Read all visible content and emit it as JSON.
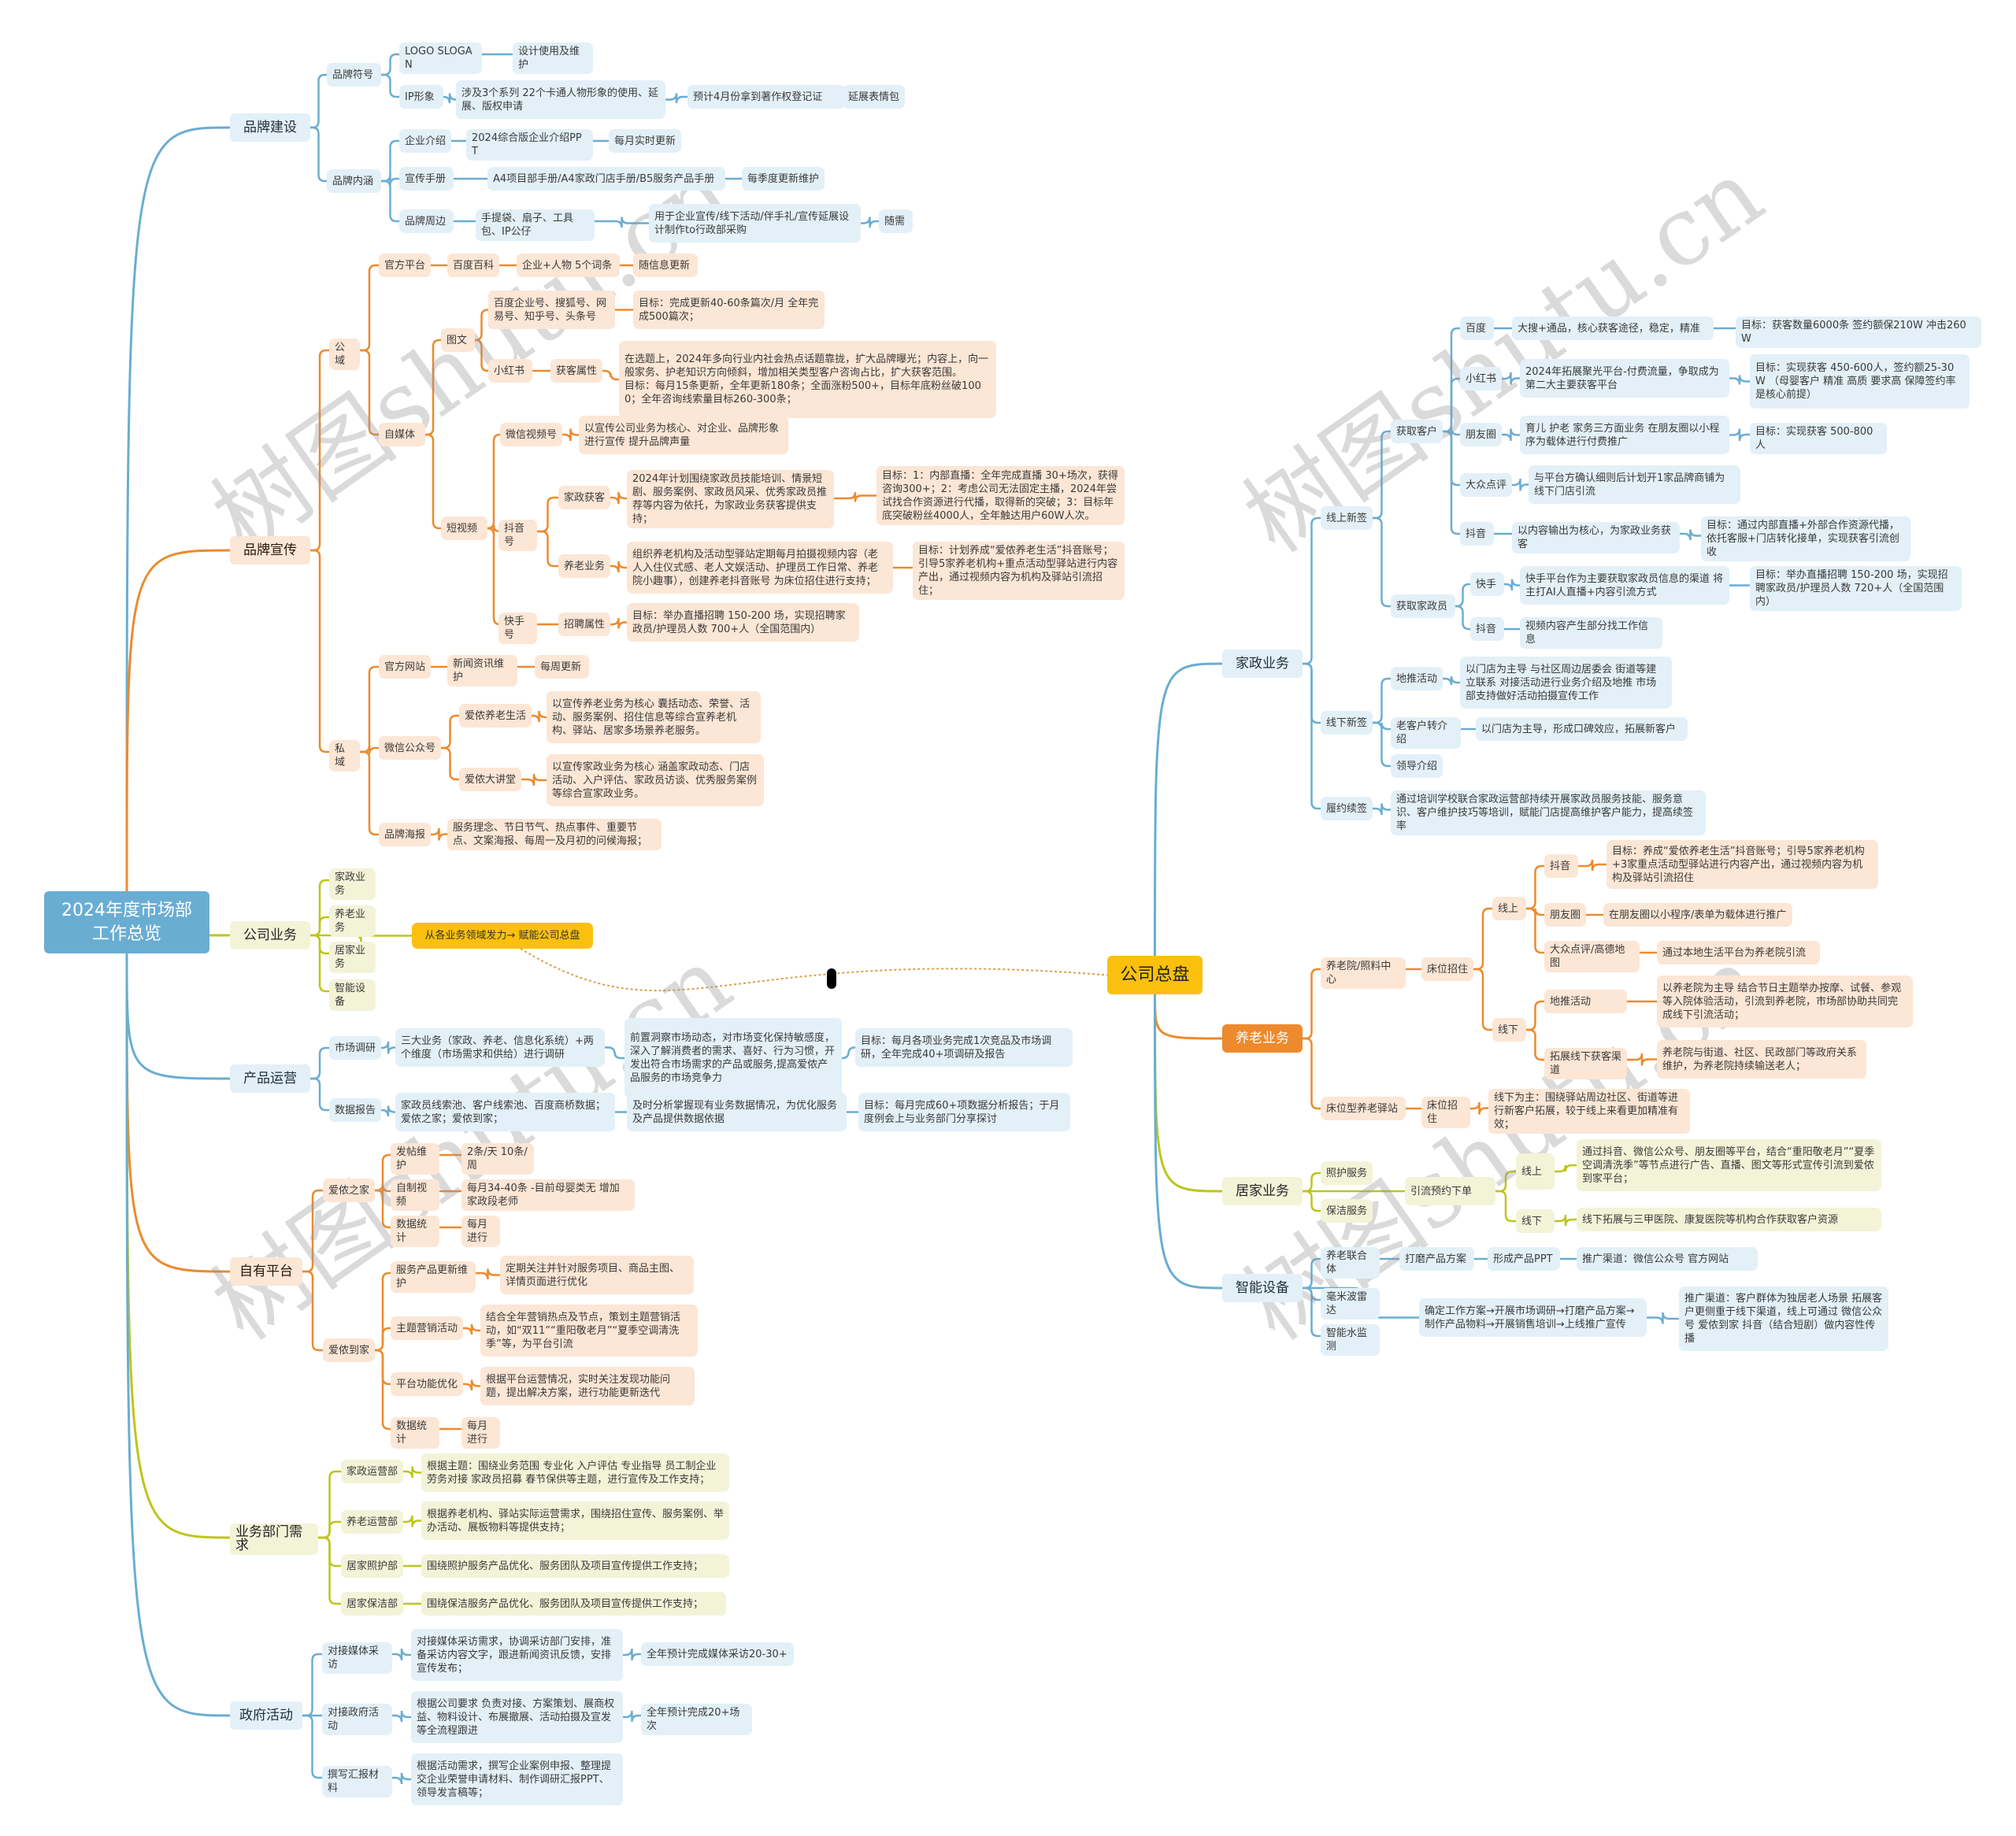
{
  "root": {
    "label": "2024年度市场部\n工作总览"
  },
  "hub": {
    "label": "公司总盘"
  },
  "bridge": {
    "label": "从各业务领域发力→ 赋能公司总盘"
  },
  "watermark": "树图shutu.cn",
  "colors": {
    "blue": "#6aadd2",
    "orange": "#ed8a2d",
    "olive": "#bcc61c",
    "gold": "#fbc00e",
    "blue_bg": "#e3f0f8",
    "orange_bg": "#fce6d5",
    "olive_bg": "#f3f3d8"
  },
  "nodes": {
    "brand_build": "品牌建设",
    "brand_symbol": "品牌符号",
    "logo": "LOGO    SLOGAN",
    "logo_use": "设计使用及维护",
    "ip": "IP形象",
    "ip_desc": "涉及3个系列 22个卡通人物形象的使用、延展、版权申请",
    "ip_cert": "预计4月份拿到著作权登记证",
    "ip_emoji": "延展表情包",
    "brand_conn": "品牌内涵",
    "intro": "企业介绍",
    "intro_ppt": "2024综合版企业介绍PPT",
    "intro_upd": "每月实时更新",
    "manual": "宣传手册",
    "manual_desc": "A4项目部手册/A4家政门店手册/B5服务产品手册",
    "manual_upd": "每季度更新维护",
    "merch": "品牌周边",
    "merch_items": "手提袋、扇子、工具包、IP公仔",
    "merch_use": "用于企业宣传/线下活动/伴手礼/宣传延展设计制作to行政部采购",
    "merch_need": "随需",
    "brand_promo": "品牌宣传",
    "public": "公域",
    "official": "官方平台",
    "baike": "百度百科",
    "baike_items": "企业+人物 5个词条",
    "baike_upd": "随信息更新",
    "media": "自媒体",
    "graphic": "图文",
    "accounts": "百度企业号、搜狐号、网易号、知乎号、头条号",
    "accounts_goal": "目标：完成更新40-60条篇次/月 全年完成500篇次；",
    "xhs": "小红书",
    "xhs_attr": "获客属性",
    "xhs_desc": "在选题上，2024年多向行业内社会热点话题靠拢，扩大品牌曝光；内容上，向一般家务、护老知识方向倾斜，增加相关类型客户咨询占比，扩大获客范围。\n目标：每月15条更新，全年更新180条；全面涨粉500+，目标年底粉丝破1000；全年咨询线索量目标260-300条；",
    "short_video": "短视频",
    "wx_video": "微信视频号",
    "wx_video_desc": "以宣传公司业务为核心、对企业、品牌形象进行宣传 提升品牌声量",
    "douyin_acc": "抖音号",
    "dy_house": "家政获客",
    "dy_house_desc": "2024年计划围绕家政员技能培训、情景短剧、服务案例、家政员风采、优秀家政员推荐等内容为依托，为家政业务获客提供支持；",
    "dy_house_goal": "目标：1：内部直播：全年完成直播 30+场次，获得咨询300+；2：考虑公司无法固定主播，2024年尝试找合作资源进行代播，取得新的突破；3：目标年底突破粉丝4000人，全年触达用户60W人次。",
    "dy_elder": "养老业务",
    "dy_elder_desc": "组织养老机构及活动型驿站定期每月拍摄视频内容（老人入住仪式感、老人文娱活动、护理员工作日常、养老院小趣事），创建养老抖音账号 为床位招住进行支持；",
    "dy_elder_goal": "目标：计划养成“爱侬养老生活”抖音账号；引导5家养老机构+重点活动型驿站进行内容产出，通过视频内容为机构及驿站引流招住；",
    "ks_acc": "快手号",
    "ks_attr": "招聘属性",
    "ks_goal": "目标：举办直播招聘 150-200 场，实现招聘家政员/护理员人数 700+人（全国范围内）",
    "private": "私域",
    "website": "官方网站",
    "news": "新闻资讯维护",
    "news_upd": "每周更新",
    "wx_public": "微信公众号",
    "ainong_elder": "爱侬养老生活",
    "ainong_elder_desc": "以宣传养老业务为核心 囊括动态、荣誉、活动、服务案例、招住信息等综合宣养老机构、驿站、居家多场景养老服务。",
    "ainong_lecture": "爱侬大讲堂",
    "ainong_lecture_desc": "以宣传家政业务为核心 涵盖家政动态、门店活动、入户评估、家政员访谈、优秀服务案例等综合宣家政业务。",
    "poster": "品牌海报",
    "poster_desc": "服务理念、节日节气、热点事件、重要节点、文案海报、每周一及月初的问候海报；",
    "company_biz": "公司业务",
    "cb_house": "家政业务",
    "cb_elder": "养老业务",
    "cb_home": "居家业务",
    "cb_device": "智能设备",
    "product_ops": "产品运营",
    "research": "市场调研",
    "research_scope": "三大业务（家政、养老、信息化系统）+两个维度（市场需求和供给）进行调研",
    "research_why": "前置洞察市场动态，对市场变化保持敏感度，深入了解消费者的需求、喜好、行为习惯，开发出符合市场需求的产品或服务,提高爱侬产品服务的市场竞争力",
    "research_goal": "目标：每月各项业务完成1次竞品及市场调研，全年完成40+项调研及报告",
    "data_report": "数据报告",
    "data_src": "家政员线索池、客户线索池、百度商桥数据；爱侬之家；爱侬到家；",
    "data_why": "及时分析掌握现有业务数据情况，为优化服务及产品提供数据依据",
    "data_goal": "目标：每月完成60+项数据分析报告；于月度例会上与业务部门分享探讨",
    "own_platform": "自有平台",
    "ainong_home": "爱侬之家",
    "post": "发帖维护",
    "post_freq": "2条/天 10条/周",
    "self_video": "自制视频",
    "self_video_desc": "每月34-40条 -目前母婴类无 增加家政段老师",
    "stats1": "数据统计",
    "stats1_freq": "每月进行",
    "ainong_daojia": "爱侬到家",
    "svc_update": "服务产品更新维护",
    "svc_update_desc": "定期关注并针对服务项目、商品主图、详情页面进行优化",
    "theme": "主题营销活动",
    "theme_desc": "结合全年营销热点及节点，策划主题营销活动，如“双11”“重阳敬老月”“夏季空调清洗季”等，为平台引流",
    "func_opt": "平台功能优化",
    "func_opt_desc": "根据平台运营情况，实时关注发现功能问题，提出解决方案，进行功能更新迭代",
    "stats2": "数据统计",
    "stats2_freq": "每月进行",
    "dept_needs": "业务部门需求",
    "d_house": "家政运营部",
    "d_house_desc": "根据主题：围绕业务范围 专业化 入户评估 专业指导 员工制企业劳务对接 家政员招募 春节保供等主题，进行宣传及工作支持；",
    "d_elder": "养老运营部",
    "d_elder_desc": "根据养老机构、驿站实际运营需求，围绕招住宣传、服务案例、举办活动、展板物料等提供支持；",
    "d_care": "居家照护部",
    "d_care_desc": "围绕照护服务产品优化、服务团队及项目宣传提供工作支持；",
    "d_clean": "居家保洁部",
    "d_clean_desc": "围绕保洁服务产品优化、服务团队及项目宣传提供工作支持；",
    "gov": "政府活动",
    "g_media": "对接媒体采访",
    "g_media_desc": "对接媒体采访需求，协调采访部门安排，准备采访内容文字，跟进新闻资讯反馈，安排宣传发布；",
    "g_media_goal": "全年预计完成媒体采访20-30+",
    "g_act": "对接政府活动",
    "g_act_desc": "根据公司要求 负责对接、方案策划、展商权益、物料设计、布展撤展、活动拍摄及宣发等全流程跟进",
    "g_act_goal": "全年预计完成20+场次",
    "g_report": "撰写汇报材料",
    "g_report_desc": "根据活动需求，撰写企业案例申报、整理提交企业荣誉申请材料、制作调研汇报PPT、领导发言稿等；",
    "r_house": "家政业务",
    "r_online": "线上新签",
    "r_getcust": "获取客户",
    "r_baidu": "百度",
    "r_baidu_desc": "大搜+通品，核心获客途径，稳定，精准",
    "r_baidu_goal": "目标：获客数量6000条   签约额保210W 冲击260W",
    "r_xhs": "小红书",
    "r_xhs_desc": "2024年拓展聚光平台-付费流量，争取成为第二大主要获客平台",
    "r_xhs_goal": "目标：实现获客 450-600人，签约额25-30W （母婴客户 精准 高质 要求高 保障签约率是核心前提）",
    "r_moments": "朋友圈",
    "r_moments_desc": "育儿 护老 家务三方面业务 在朋友圈以小程序为载体进行付费推广",
    "r_moments_goal": "目标：实现获客 500-800人",
    "r_dianping": "大众点评",
    "r_dianping_desc": "与平台方确认细则后计划开1家品牌商铺为线下门店引流",
    "r_douyin": "抖音",
    "r_douyin_desc": "以内容输出为核心，为家政业务获客",
    "r_douyin_goal": "目标：通过内部直播+外部合作资源代播，依托客服+门店转化接单，实现获客引流创收",
    "r_getworker": "获取家政员",
    "r_ks": "快手",
    "r_ks_desc": "快手平台作为主要获取家政员信息的渠道 将主打AI人直播+内容引流方式",
    "r_ks_goal": "目标：举办直播招聘 150-200 场，实现招聘家政员/护理员人数 720+人（全国范围内）",
    "r_dy2": "抖音",
    "r_dy2_desc": "视频内容产生部分找工作信息",
    "r_offline": "线下新签",
    "r_ground": "地推活动",
    "r_ground_desc": "以门店为主导 与社区周边居委会 街道等建立联系 对接活动进行业务介绍及地推 市场部支持做好活动拍摄宣传工作",
    "r_referral": "老客户转介绍",
    "r_referral_desc": "以门店为主导，形成口碑效应，拓展新客户",
    "r_leader": "领导介绍",
    "r_renew": "履约续签",
    "r_renew_desc": "通过培训学校联合家政运营部持续开展家政员服务技能、服务意识、客户维护技巧等培训，赋能门店提高维护客户能力，提高续签率",
    "r_elder": "养老业务",
    "r_nursing": "养老院/照料中心",
    "r_bed1": "床位招住",
    "r_e_online": "线上",
    "r_e_dy": "抖音",
    "r_e_dy_goal": "目标：养成“爱侬养老生活”抖音账号；引导5家养老机构+3家重点活动型驿站进行内容产出，通过视频内容为机构及驿站引流招住",
    "r_e_moments": "朋友圈",
    "r_e_moments_desc": "在朋友圈以小程序/表单为载体进行推广",
    "r_e_map": "大众点评/高德地图",
    "r_e_map_desc": "通过本地生活平台为养老院引流",
    "r_e_offline": "线下",
    "r_e_ground": "地推活动",
    "r_e_ground_desc": "以养老院为主导 结合节日主题举办按摩、试餐、参观等入院体验活动，引流到养老院，市场部协助共同完成线下引流活动；",
    "r_e_channel": "拓展线下获客渠道",
    "r_e_channel_desc": "养老院与街道、社区、民政部门等政府关系维护，为养老院持续输送老人；",
    "r_station": "床位型养老驿站",
    "r_bed2": "床位招住",
    "r_bed2_desc": "线下为主：围绕驿站周边社区、街道等进行新客户拓展，较于线上来看更加精准有效；",
    "r_home": "居家业务",
    "r_care": "照护服务",
    "r_clean": "保洁服务",
    "r_order": "引流预约下单",
    "r_h_online": "线上",
    "r_h_online_desc": "通过抖音、微信公众号、朋友圈等平台，结合“重阳敬老月”“夏季空调清洗季”等节点进行广告、直播、图文等形式宣传引流到爱侬到家平台；",
    "r_h_offline": "线下",
    "r_h_offline_desc": "线下拓展与三甲医院、康复医院等机构合作获取客户资源",
    "r_device": "智能设备",
    "r_union": "养老联合体",
    "r_union_plan": "打磨产品方案",
    "r_union_ppt": "形成产品PPT",
    "r_union_channel": "推广渠道：微信公众号 官方网站",
    "r_radar": "毫米波雷达",
    "r_water": "智能水监测",
    "r_flow": "确定工作方案→开展市场调研→打磨产品方案→制作产品物料→开展销售培训→上线推广宣传",
    "r_flow_channel": "推广渠道：客户群体为独居老人场景 拓展客户更侧重于线下渠道，线上可通过 微信公众号 爱侬到家 抖音（结合短剧）做内容性传播"
  }
}
